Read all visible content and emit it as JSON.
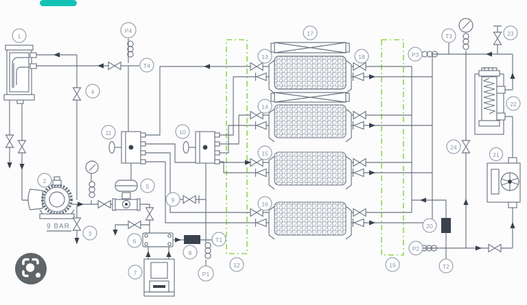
{
  "colors": {
    "teal": "#12c3b4",
    "green": "#8ed64f",
    "line": "#6a7380",
    "dark": "#39424d",
    "label_gray": "#8a94a2",
    "lens_bg": "#5f6569"
  },
  "diagram": {
    "type": "process-flow-pid-schematic",
    "labels": {
      "n1": "1",
      "n2": "2",
      "n3": "3",
      "n4": "4",
      "n5": "5",
      "n6": "6",
      "n7": "7",
      "n8": "8",
      "n9": "9",
      "n10": "10",
      "n11": "11",
      "n12": "12",
      "n13": "13",
      "n14": "14",
      "n15": "15",
      "n16": "16",
      "n17": "17",
      "n18": "18",
      "n19": "19",
      "n20": "20",
      "n21": "21",
      "n22": "22",
      "n23": "23",
      "n24": "24",
      "p1": "P1",
      "p2": "P2",
      "p3": "P3",
      "p4": "P4",
      "t1": "T1",
      "t2": "T2",
      "t3": "T3",
      "t4": "T4"
    },
    "notes": {
      "pressure_note": "9 BAR"
    }
  },
  "overlay": {
    "lens_button": "google-lens",
    "accent_pill": "teal-pill"
  }
}
